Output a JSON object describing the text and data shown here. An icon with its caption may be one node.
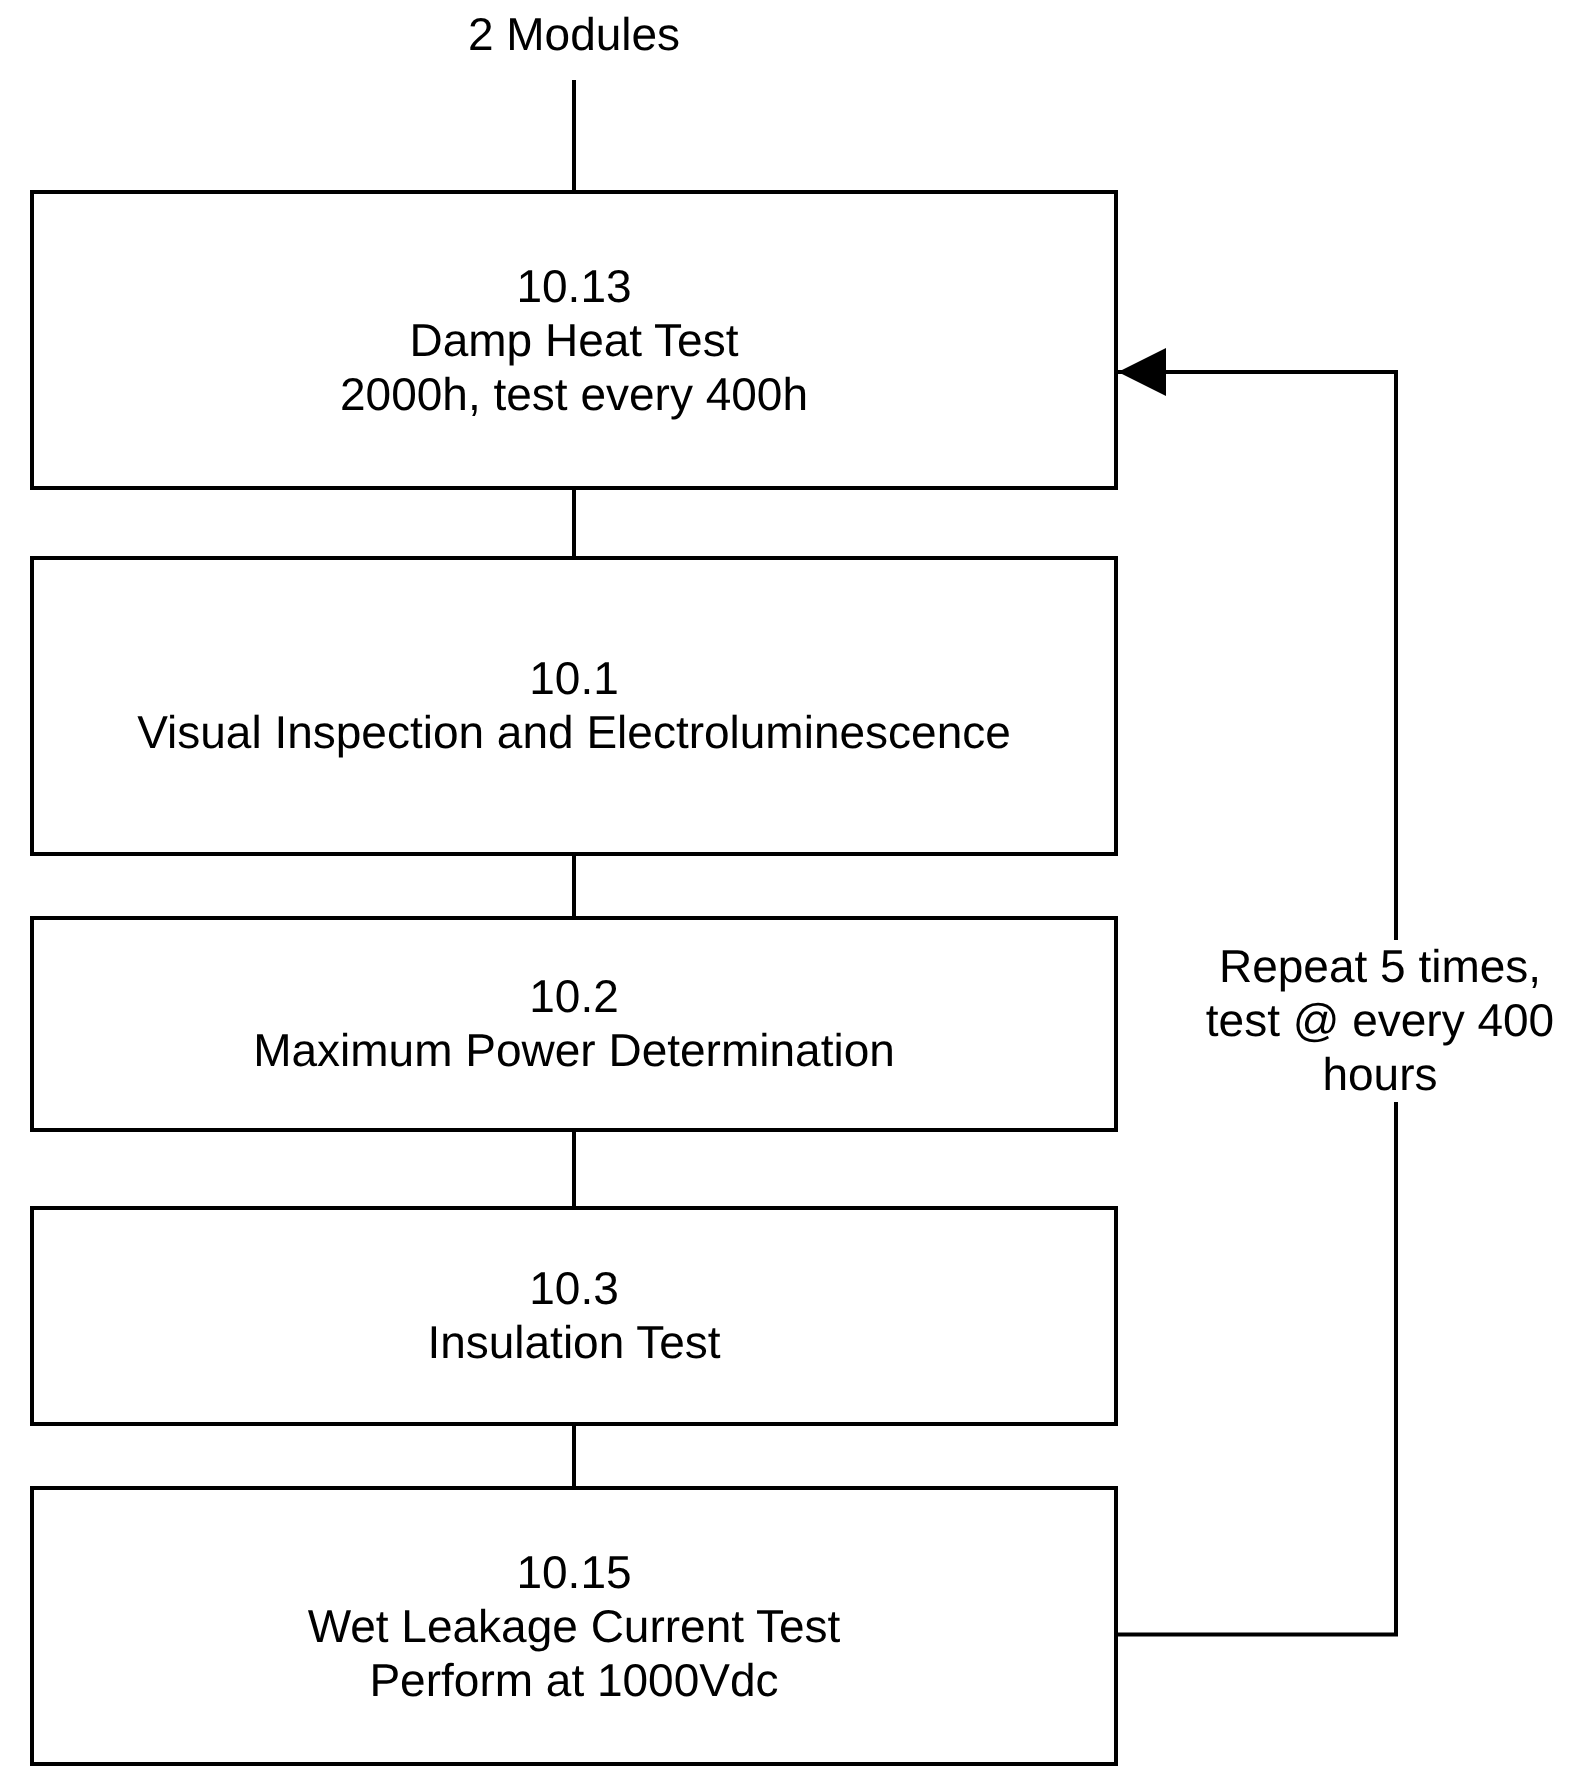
{
  "diagram": {
    "nodes": [
      {
        "text": [
          "2 Modules"
        ]
      },
      {
        "text": [
          "10.13",
          "Damp Heat Test",
          "2000h, test every 400h"
        ]
      },
      {
        "text": [
          "10.1",
          "Visual Inspection and Electroluminescence"
        ]
      },
      {
        "text": [
          "10.2",
          "Maximum Power Determination"
        ]
      },
      {
        "text": [
          "10.3",
          "Insulation Test"
        ]
      },
      {
        "text": [
          "10.15",
          "Wet Leakage Current Test",
          "Perform at 1000Vdc"
        ]
      }
    ],
    "edges": [
      {
        "from": 0,
        "to": 1,
        "arrow": "none"
      },
      {
        "from": 1,
        "to": 2,
        "arrow": "none"
      },
      {
        "from": 2,
        "to": 3,
        "arrow": "none"
      },
      {
        "from": 3,
        "to": 4,
        "arrow": "none"
      },
      {
        "from": 4,
        "to": 5,
        "arrow": "none"
      },
      {
        "from": 5,
        "to": 1,
        "arrow": "to",
        "label": "Repeat 5 times, test @ every 400 hours"
      }
    ]
  }
}
